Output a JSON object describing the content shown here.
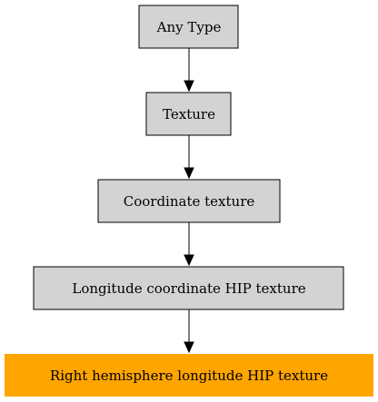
{
  "diagram": {
    "nodes": [
      {
        "id": "any_type",
        "label": "Any Type",
        "fill": "#d3d3d3"
      },
      {
        "id": "texture",
        "label": "Texture",
        "fill": "#d3d3d3"
      },
      {
        "id": "coordinate_texture",
        "label": "Coordinate texture",
        "fill": "#d3d3d3"
      },
      {
        "id": "longitude_coordinate_hip_texture",
        "label": "Longitude coordinate HIP texture",
        "fill": "#d3d3d3"
      },
      {
        "id": "right_hemisphere_longitude_hip_texture",
        "label": "Right hemisphere longitude HIP texture",
        "fill": "#ffa500"
      }
    ],
    "edges": [
      {
        "from": "any_type",
        "to": "texture"
      },
      {
        "from": "texture",
        "to": "coordinate_texture"
      },
      {
        "from": "coordinate_texture",
        "to": "longitude_coordinate_hip_texture"
      },
      {
        "from": "longitude_coordinate_hip_texture",
        "to": "right_hemisphere_longitude_hip_texture"
      }
    ]
  }
}
